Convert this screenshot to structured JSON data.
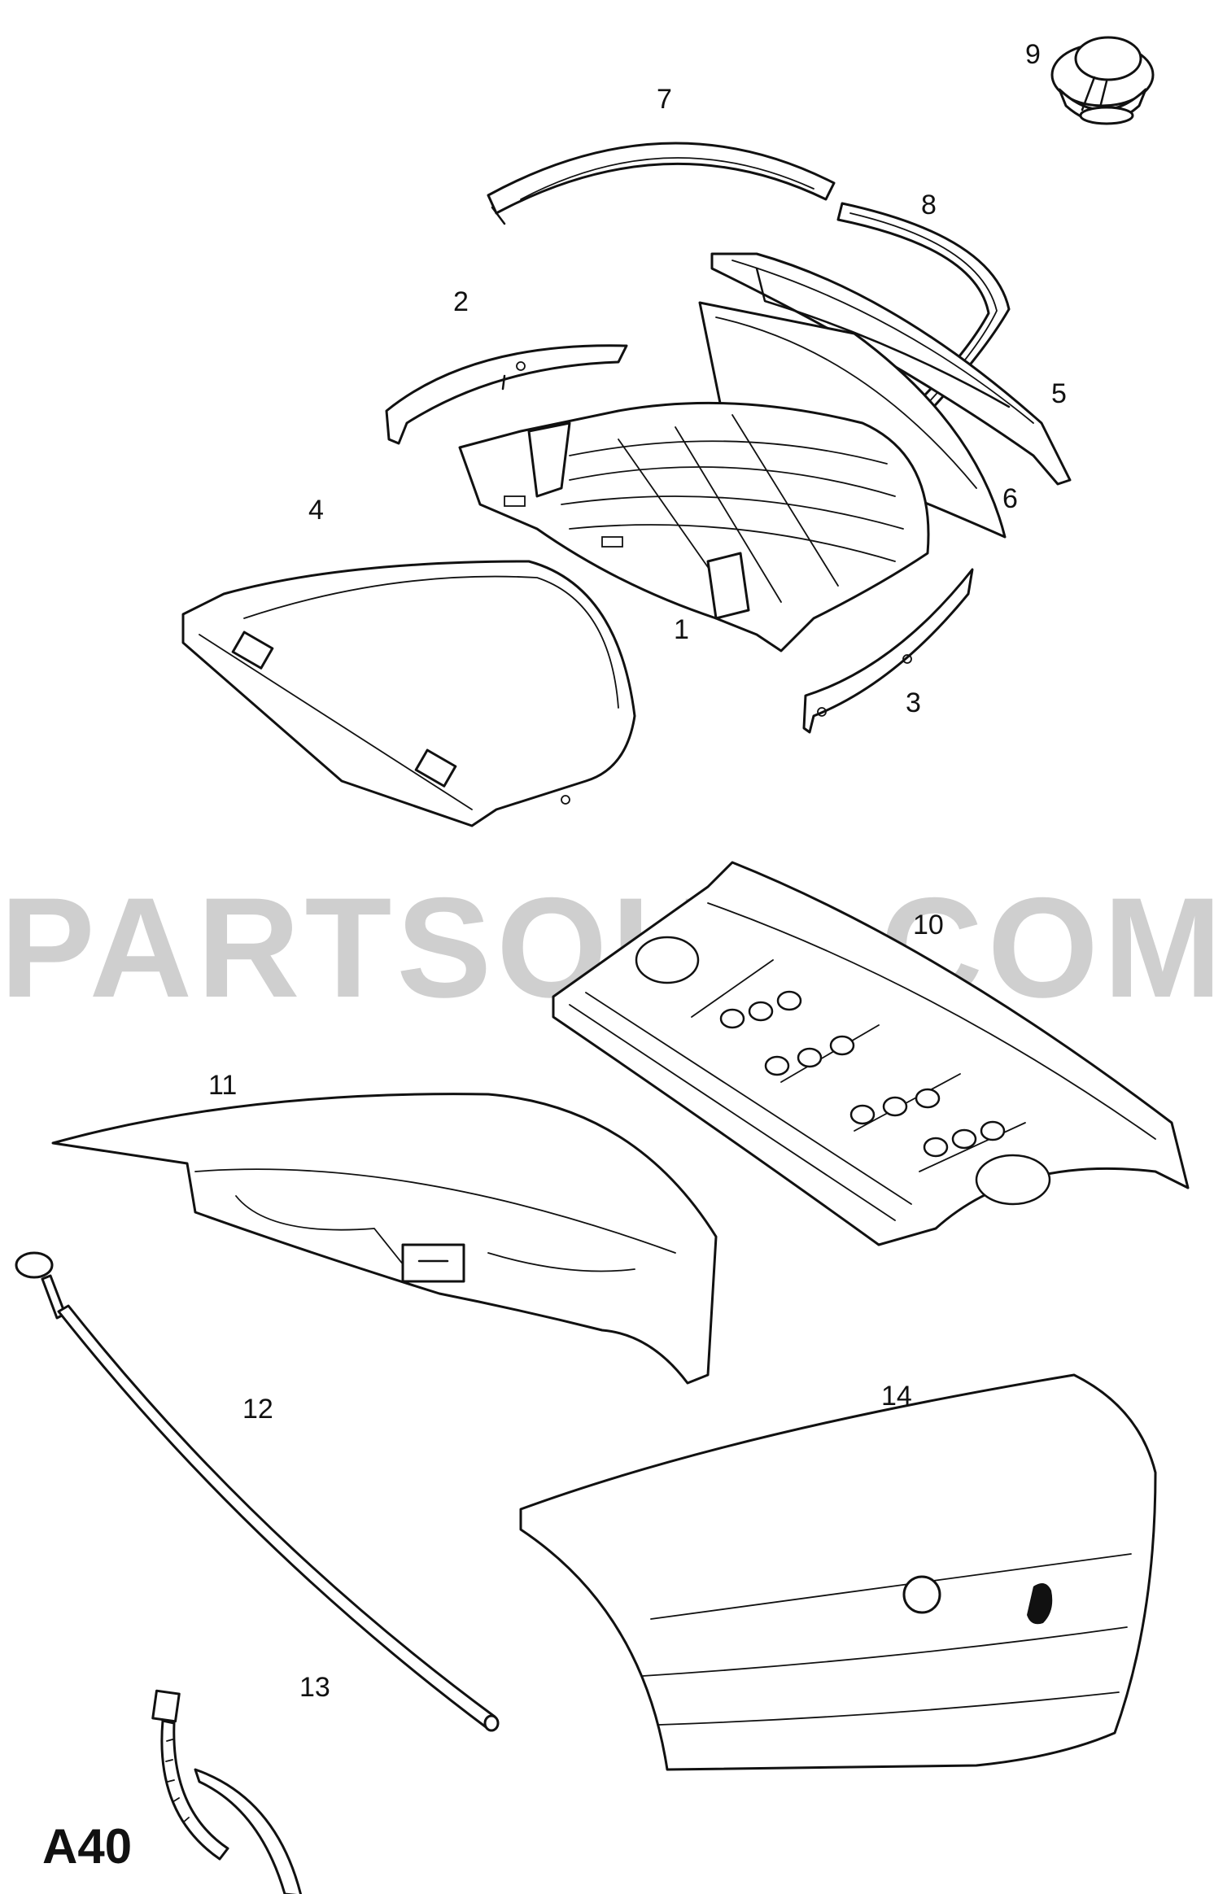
{
  "diagram": {
    "watermark": "PARTSOUQ.COM",
    "diagram_code": "A40",
    "callouts": [
      "1",
      "2",
      "3",
      "4",
      "5",
      "6",
      "7",
      "8",
      "9",
      "10",
      "11",
      "12",
      "13",
      "14"
    ]
  },
  "colors": {
    "ink": "#111111",
    "paper": "#ffffff",
    "watermark": "#cfcfcf"
  }
}
